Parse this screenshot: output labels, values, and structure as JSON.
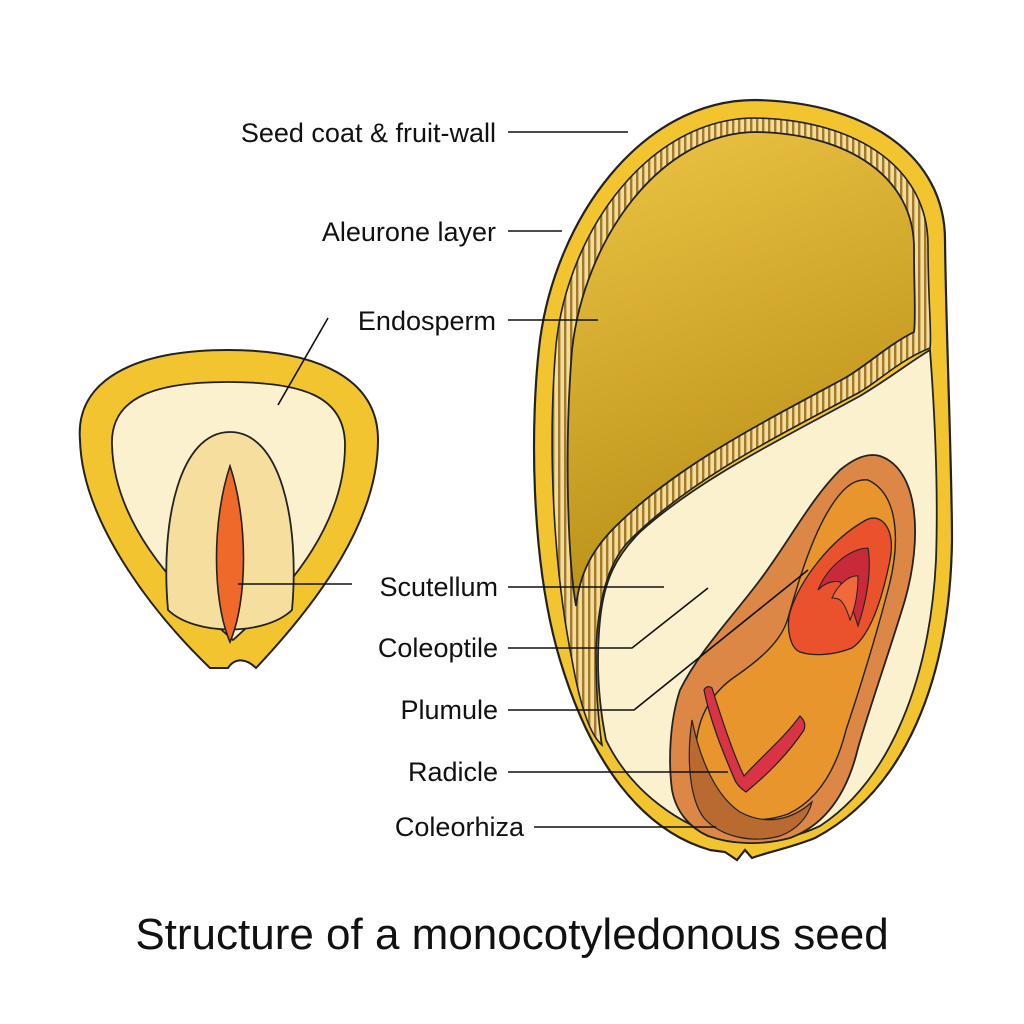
{
  "title": "Structure of a monocotyledonous seed",
  "labels": {
    "seed_coat": "Seed coat & fruit-wall",
    "aleurone": "Aleurone layer",
    "endosperm": "Endosperm",
    "scutellum": "Scutellum",
    "coleoptile": "Coleoptile",
    "plumule": "Plumule",
    "radicle": "Radicle",
    "coleorhiza": "Coleorhiza"
  },
  "colors": {
    "seed_coat": "#F2C530",
    "aleurone_stripe": "#A07A28",
    "endosperm_light": "#EDC445",
    "endosperm_dark": "#B88F16",
    "embryo_region": "#FBF1CF",
    "embryo_inner": "#F6DF9E",
    "scutellum": "#DC8745",
    "embryo_axis": "#E8952E",
    "plumule": "#E53E2C",
    "radicle": "#D83445"
  }
}
